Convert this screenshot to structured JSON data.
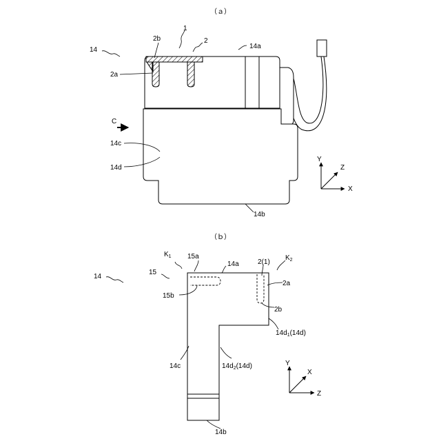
{
  "figure_a": {
    "title": "（ａ）",
    "labels": {
      "ref_14": "14",
      "ref_1": "1",
      "ref_2b": "2b",
      "ref_2": "2",
      "ref_14a": "14a",
      "ref_2a": "2a",
      "ref_c": "C",
      "ref_14c": "14c",
      "ref_14d": "14d",
      "ref_14b": "14b"
    },
    "axes": {
      "y": "Y",
      "z": "Z",
      "x": "X"
    }
  },
  "figure_b": {
    "title": "（ｂ）",
    "labels": {
      "ref_14": "14",
      "ref_k1": "K",
      "ref_k1_sub": "1",
      "ref_15": "15",
      "ref_15a": "15a",
      "ref_14a": "14a",
      "ref_2_1": "2(1)",
      "ref_k2": "K",
      "ref_k2_sub": "2",
      "ref_2a": "2a",
      "ref_15b": "15b",
      "ref_2b": "2b",
      "ref_14d1_main": "14d",
      "ref_14d1_sub": "1",
      "ref_14d1_paren": "(14d)",
      "ref_14c": "14c",
      "ref_14d2_main": "14d",
      "ref_14d2_sub": "2",
      "ref_14d2_paren": "(14d)",
      "ref_14b": "14b"
    },
    "axes": {
      "y": "Y",
      "x": "X",
      "z": "Z"
    }
  }
}
